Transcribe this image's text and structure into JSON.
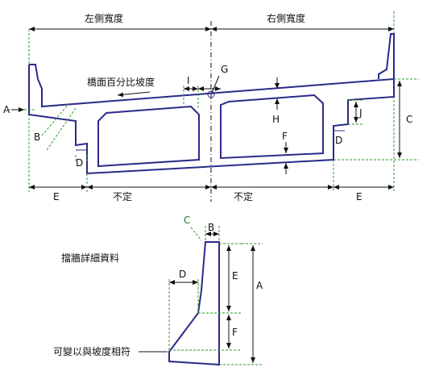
{
  "labels": {
    "left_width": "左側寬度",
    "right_width": "右側寬度",
    "slope_text": "橋面百分比坡度",
    "A": "A",
    "B": "B",
    "C": "C",
    "D": "D",
    "E": "E",
    "F": "F",
    "G": "G",
    "H": "H",
    "I": "I",
    "J": "J",
    "variable": "不定",
    "detail_title": "擋牆詳細資料",
    "adjustable_note": "可變以與坡度相符"
  },
  "colors": {
    "outline": "#2a2a8a",
    "dimension": "#111111",
    "guide": "#2e9a2e"
  }
}
